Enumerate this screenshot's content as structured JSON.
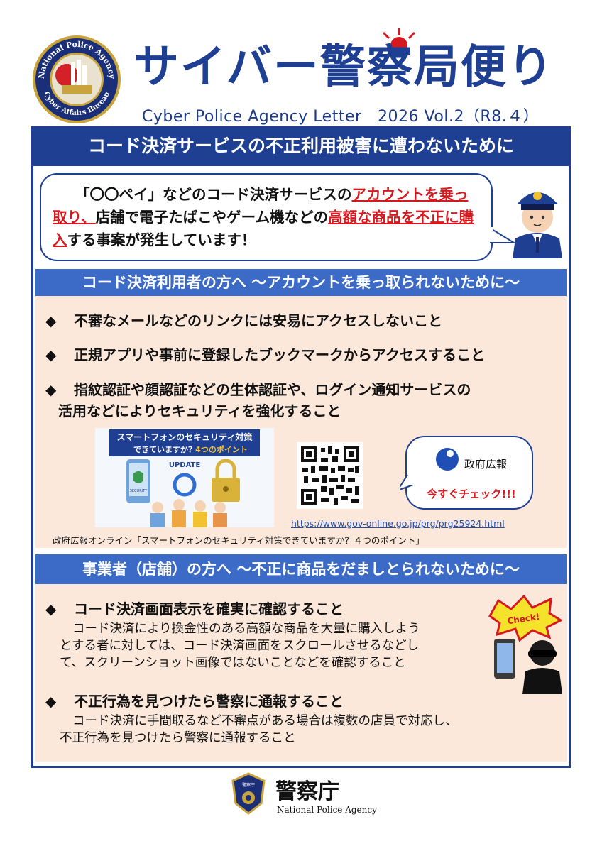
{
  "header": {
    "emblem_top_text": "National Police Agency",
    "emblem_bottom_text": "Cyber Affairs Bureau",
    "title": "サイバー警察局便り",
    "subtitle": "Cyber Police Agency Letter　2026  Vol.2（R8.４）"
  },
  "banner": {
    "text": "コード決済サービスの不正利用被害に遭わないために"
  },
  "bubble": {
    "p1": "「〇〇ペイ」などのコード決済サービスの",
    "r1": "アカウントを乗っ取り、",
    "p2": "店舗で電子たばこやゲーム機などの",
    "r2": "高額な商品を不正に購入",
    "p3": "する事案が発生しています！"
  },
  "section1": {
    "heading": "コード決済利用者の方へ ～アカウントを乗っ取られないために～",
    "bullet_marker": "◆",
    "items": [
      "不審なメールなどのリンクには安易にアクセスしないこと",
      "正規アプリや事前に登録したブックマークからアクセスすること",
      "指紋認証や顔認証などの生体認証や、ログイン通知サービスの",
      "活用などによりセキュリティを強化すること"
    ],
    "promo": {
      "line1": "スマートフォンのセキュリティ対策",
      "line2a": "できていますか？",
      "line2b": "4つのポイント",
      "update": "UPDATE",
      "security": "SECURITY"
    },
    "callout": {
      "brand": "政府広報",
      "check": "今すぐチェック!!!"
    },
    "url": "https://www.gov-online.go.jp/prg/prg25924.html",
    "caption": "政府広報オンライン「スマートフォンのセキュリティ対策できていますか？４つのポイント」"
  },
  "section2": {
    "heading": "事業者（店舗）の方へ ～不正に商品をだましとられないために～",
    "bullet_marker": "◆",
    "item1_title": "コード決済画面表示を確実に確認すること",
    "item1_lines": [
      "コード決済により換金性のある高額な商品を大量に購入しよう",
      "とする者に対しては、コード決済画面をスクロールさせるなどし",
      "て、スクリーンショット画像ではないことなどを確認すること"
    ],
    "item2_title": "不正行為を見つけたら警察に通報すること",
    "item2_lines": [
      "コード決済に手間取るなど不審点がある場合は複数の店員で対応し、",
      "不正行為を見つけたら警察に通報すること"
    ],
    "check_badge": "Check!"
  },
  "footer": {
    "emblem_text": "警察庁",
    "name": "警察庁",
    "en": "National Police Agency"
  },
  "colors": {
    "brand_blue": "#1f3f93",
    "section_blue": "#3c6bc7",
    "peach": "#fce8db",
    "alert_red": "#d6191f"
  }
}
